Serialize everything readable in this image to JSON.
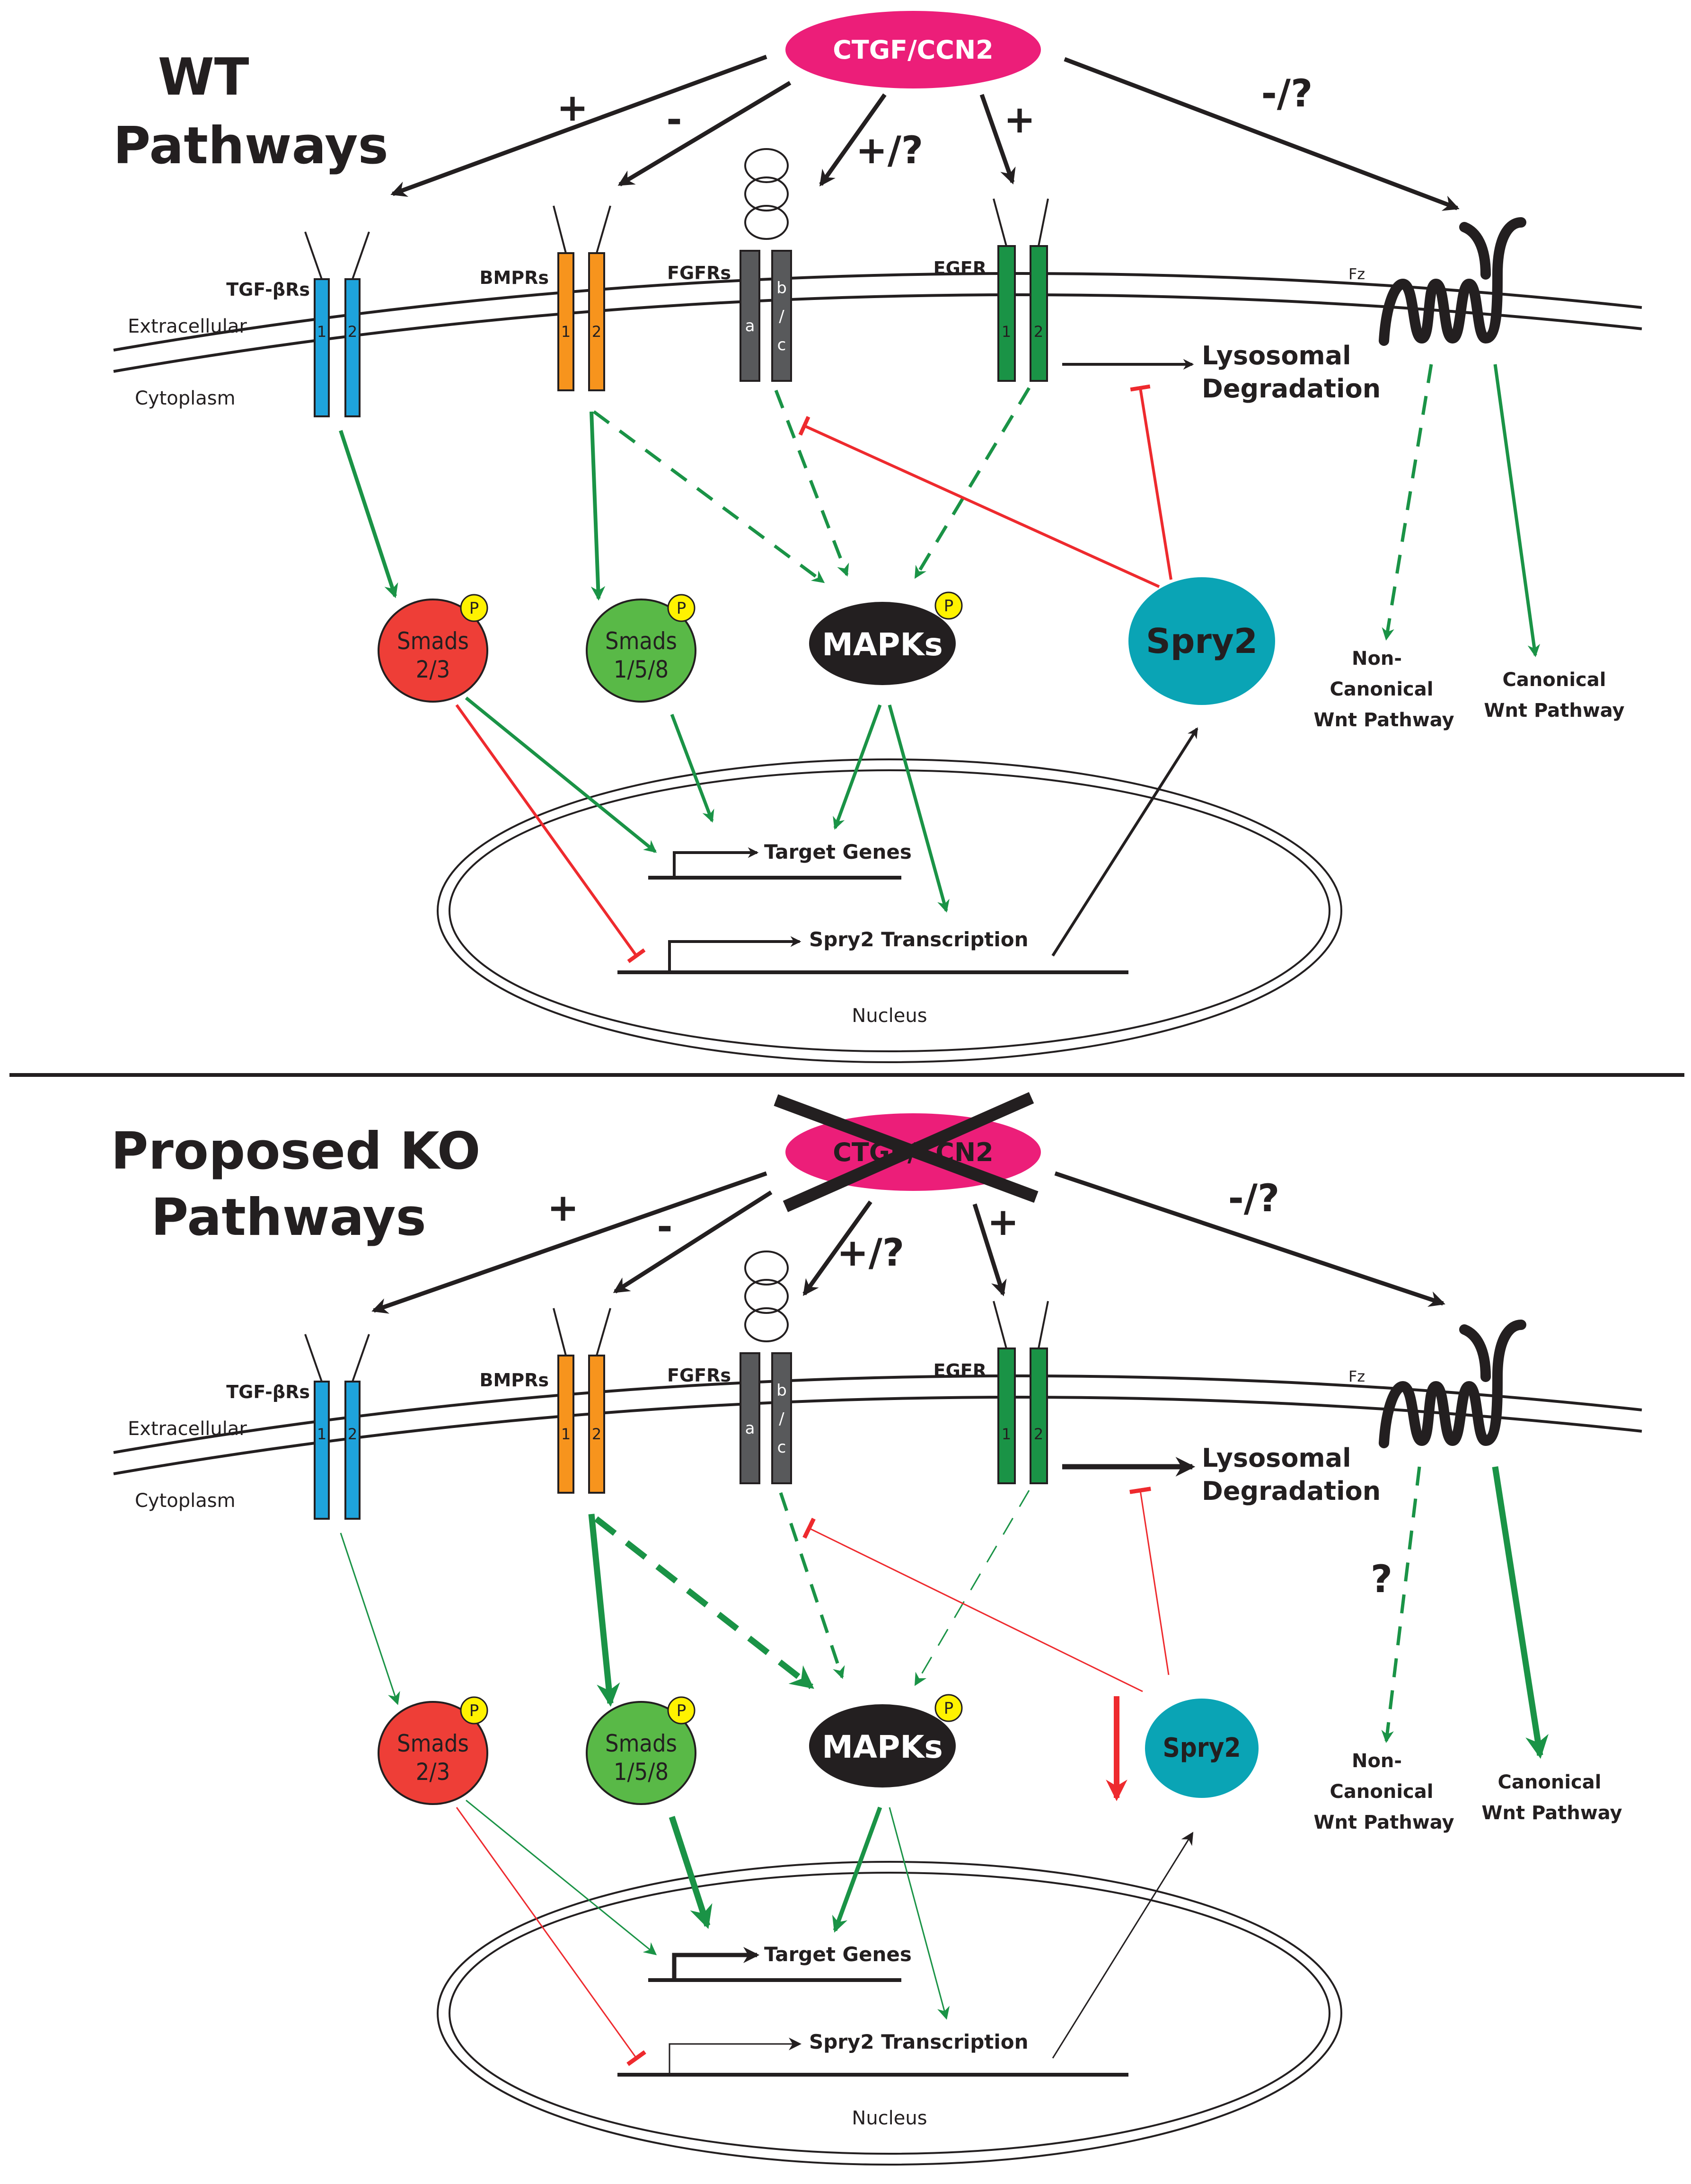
{
  "panels": [
    {
      "title_line1": "WT",
      "title_line2": "Pathways"
    },
    {
      "title_line1": "Proposed KO",
      "title_line2": "Pathways"
    }
  ],
  "ligand": "CTGF/CCN2",
  "signs": {
    "tgf": "+",
    "bmp": "-",
    "fgf": "+/?",
    "egf": "+",
    "fz": "-/?"
  },
  "receptors": {
    "tgf": "TGF-βRs",
    "bmp": "BMPRs",
    "fgf": "FGFRs",
    "egf": "EGFR",
    "fz": "Fz"
  },
  "subunits": {
    "one": "1",
    "two": "2",
    "a": "a",
    "b": "b",
    "slash": "/",
    "c": "c"
  },
  "membrane": {
    "extracellular": "Extracellular",
    "cytoplasm": "Cytoplasm"
  },
  "lysosomal": {
    "line1": "Lysosomal",
    "line2": "Degradation"
  },
  "smads23": {
    "line1": "Smads",
    "line2": "2/3"
  },
  "smads158": {
    "line1": "Smads",
    "line2": "1/5/8"
  },
  "mapks": "MAPKs",
  "phospho": "P",
  "spry2": "Spry2",
  "noncanonical": {
    "line1": "Non-",
    "line2": "Canonical",
    "line3": "Wnt Pathway"
  },
  "canonical": {
    "line1": "Canonical",
    "line2": "Wnt Pathway"
  },
  "target_genes": "Target Genes",
  "spry2_transcription": "Spry2 Transcription",
  "nucleus": "Nucleus",
  "ko_question": "?",
  "colors": {
    "ligand": "#ec1e79",
    "tgf_receptor": "#1ea3dc",
    "bmp_receptor": "#f7941d",
    "fgf_receptor": "#58595b",
    "egf_receptor": "#1a9346",
    "smads23": "#ee3e37",
    "smads158": "#59b947",
    "mapks": "#231f20",
    "spry2": "#0aa4b5",
    "phospho": "#fff200",
    "activation": "#1a9346",
    "inhibition": "#ee2a2e",
    "neutral": "#231f20"
  }
}
